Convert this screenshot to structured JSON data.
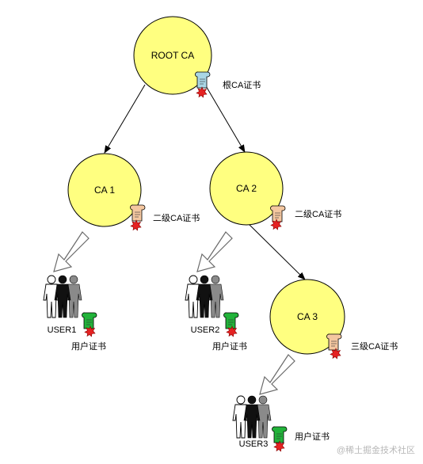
{
  "nodes": {
    "root": {
      "label": "ROOT CA",
      "cert_label": "根CA证书"
    },
    "ca1": {
      "label": "CA 1",
      "cert_label": "二级CA证书"
    },
    "ca2": {
      "label": "CA 2",
      "cert_label": "二级CA证书"
    },
    "ca3": {
      "label": "CA 3",
      "cert_label": "三级CA证书"
    }
  },
  "users": {
    "user1": {
      "label": "USER1",
      "cert_label": "用户证书"
    },
    "user2": {
      "label": "USER2",
      "cert_label": "用户证书"
    },
    "user3": {
      "label": "USER3",
      "cert_label": "用户证书"
    }
  },
  "watermark": "@稀土掘金技术社区",
  "colors": {
    "ca_fill": "#ffff80",
    "ca_stroke": "#000000",
    "root_cert": "#a9d6e5",
    "ca_cert": "#f4c7a0",
    "user_cert": "#22b33a",
    "seal": "#e52222",
    "hollow_arrow_stroke": "#6a6a6a"
  },
  "icons": {
    "certificate": "certificate-scroll-icon",
    "user_group": "user-group-icon"
  }
}
